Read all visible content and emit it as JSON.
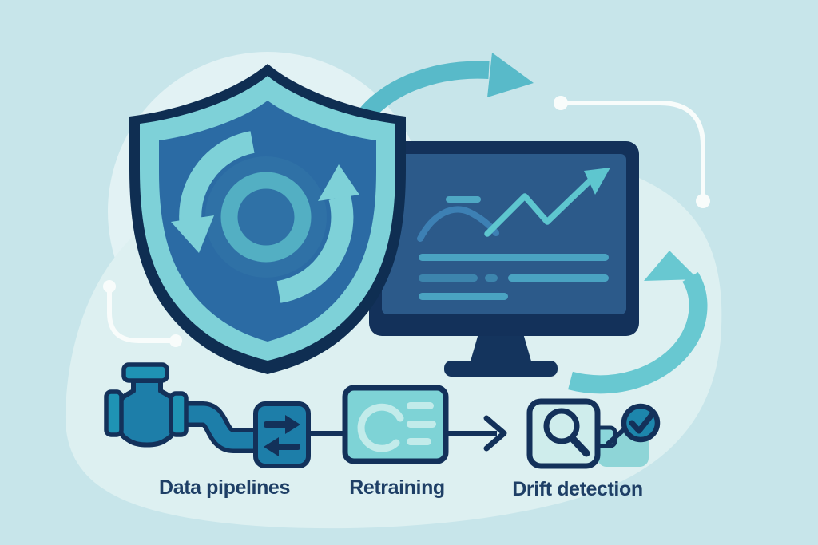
{
  "illustration": {
    "theme": "ML model monitoring and retraining pipeline",
    "labels": {
      "pipelines": "Data pipelines",
      "retraining": "Retraining",
      "drift": "Drift detection"
    },
    "palette": {
      "background": "#c7e5ea",
      "blob": "#ddf0f1",
      "halo": "#e2f2f4",
      "navy": "#13315a",
      "shield_blue": "#2b6ba4",
      "teal_light": "#7ed1d8",
      "ring_teal": "#53afc3",
      "screen_blue": "#2c5a8a",
      "screen_line_teal": "#4aa3c2",
      "screen_line_blue": "#3d85ad",
      "trend_teal": "#5ec6cf",
      "decor_arrow_teal": "#58bac9",
      "swoosh_teal": "#68c8d1",
      "pipe_blue": "#1d7ea9",
      "flange_teal": "#1f93b4",
      "card_teal": "#7ed3d6",
      "card_inner": "#c2ebea",
      "drift_fill": "#cfedec",
      "check_fill": "#1d86ac",
      "shadow_teal": "#8ed5d7",
      "white_line": "#f8fcfb",
      "label_navy": "#1e3f66"
    }
  }
}
